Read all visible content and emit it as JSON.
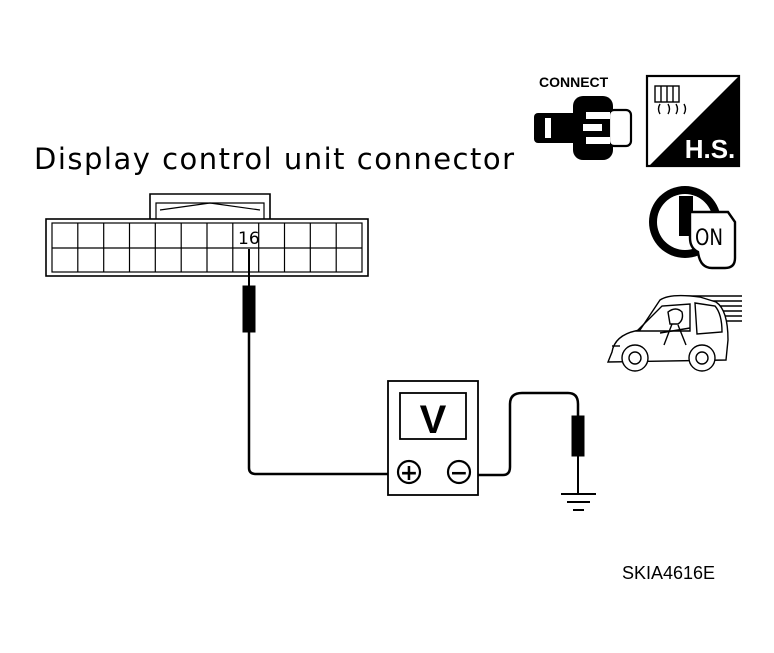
{
  "diagram": {
    "title": "Display control unit connector",
    "pin_label": "16",
    "meter_label": "V",
    "plus_symbol": "+",
    "minus_symbol": "−",
    "reference_code": "SKIA4616E"
  },
  "icons": {
    "connect_label": "CONNECT",
    "harness_label": "H.S.",
    "ignition_label": "ON",
    "names": [
      "connect-icon",
      "harness-side-icon",
      "ignition-on-icon",
      "driving-car-icon"
    ]
  },
  "colors": {
    "ink": "#000000",
    "paper": "#ffffff"
  }
}
